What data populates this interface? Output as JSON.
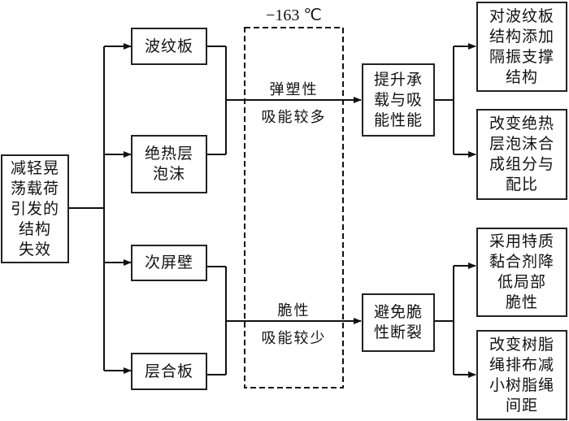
{
  "temperature_label": "−163 ℃",
  "root": {
    "text": "减轻晃\n荡载荷\n引发的\n结构\n失效"
  },
  "components": [
    {
      "text": "波纹板"
    },
    {
      "text": "绝热层\n泡沫"
    },
    {
      "text": "次屏壁"
    },
    {
      "text": "层合板"
    }
  ],
  "upper_path": {
    "label_top": "弹塑性",
    "label_bottom": "吸能较多"
  },
  "lower_path": {
    "label_top": "脆性",
    "label_bottom": "吸能较少"
  },
  "outcomes": [
    {
      "text": "提升承\n载与吸\n能性能"
    },
    {
      "text": "避免脆\n性断裂"
    }
  ],
  "measures": [
    {
      "text": "对波纹板\n结构添加\n隔振支撑\n结构"
    },
    {
      "text": "改变绝热\n层泡沫合\n成组分与\n配比"
    },
    {
      "text": "采用特质\n黏合剂降\n低局部\n脆性"
    },
    {
      "text": "改变树脂\n绳排布减\n小树脂绳\n间距"
    }
  ]
}
